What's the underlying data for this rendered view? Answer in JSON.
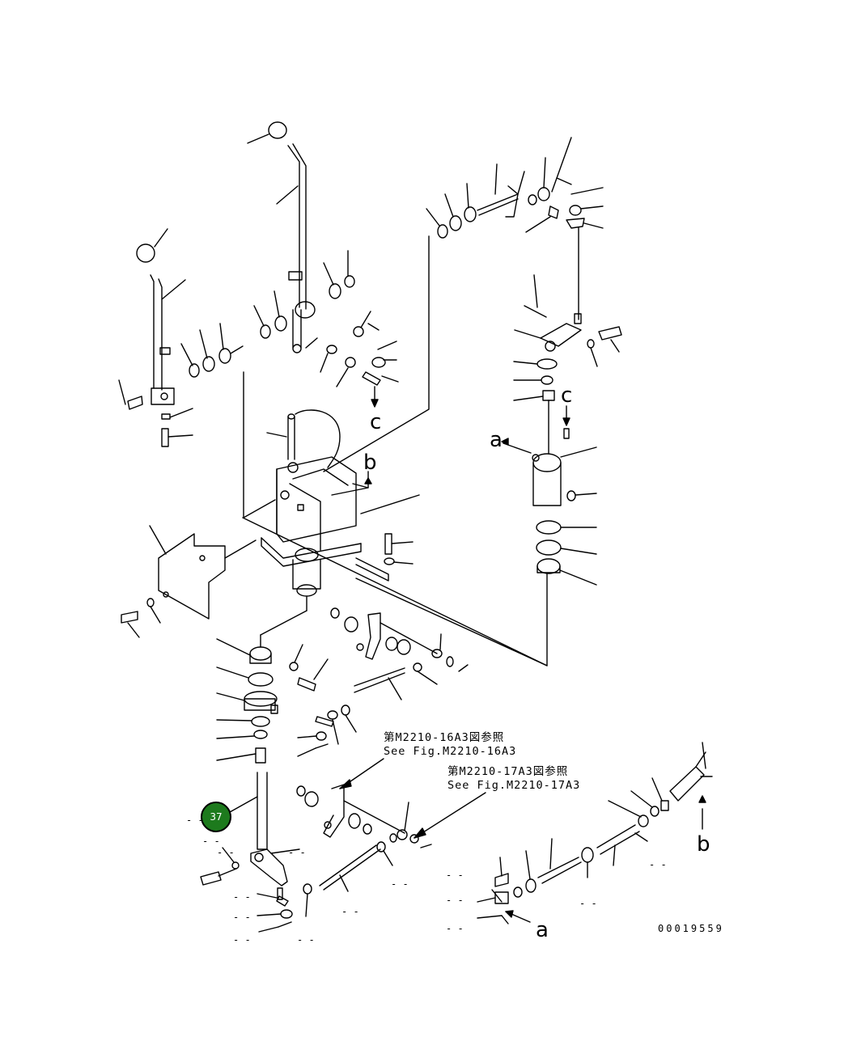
{
  "callouts": {
    "ref_m2210_16a3_jp": "第M2210-16A3図参照",
    "ref_m2210_16a3_en": "See Fig.M2210-16A3",
    "ref_m2210_17a3_jp": "第M2210-17A3図参照",
    "ref_m2210_17a3_en": "See Fig.M2210-17A3"
  },
  "markers": {
    "a": "a",
    "b": "b",
    "c": "c"
  },
  "badge": {
    "number": "37",
    "color": "#1d7a1d"
  },
  "dash_label": "- -",
  "drawing_code": "00019559"
}
